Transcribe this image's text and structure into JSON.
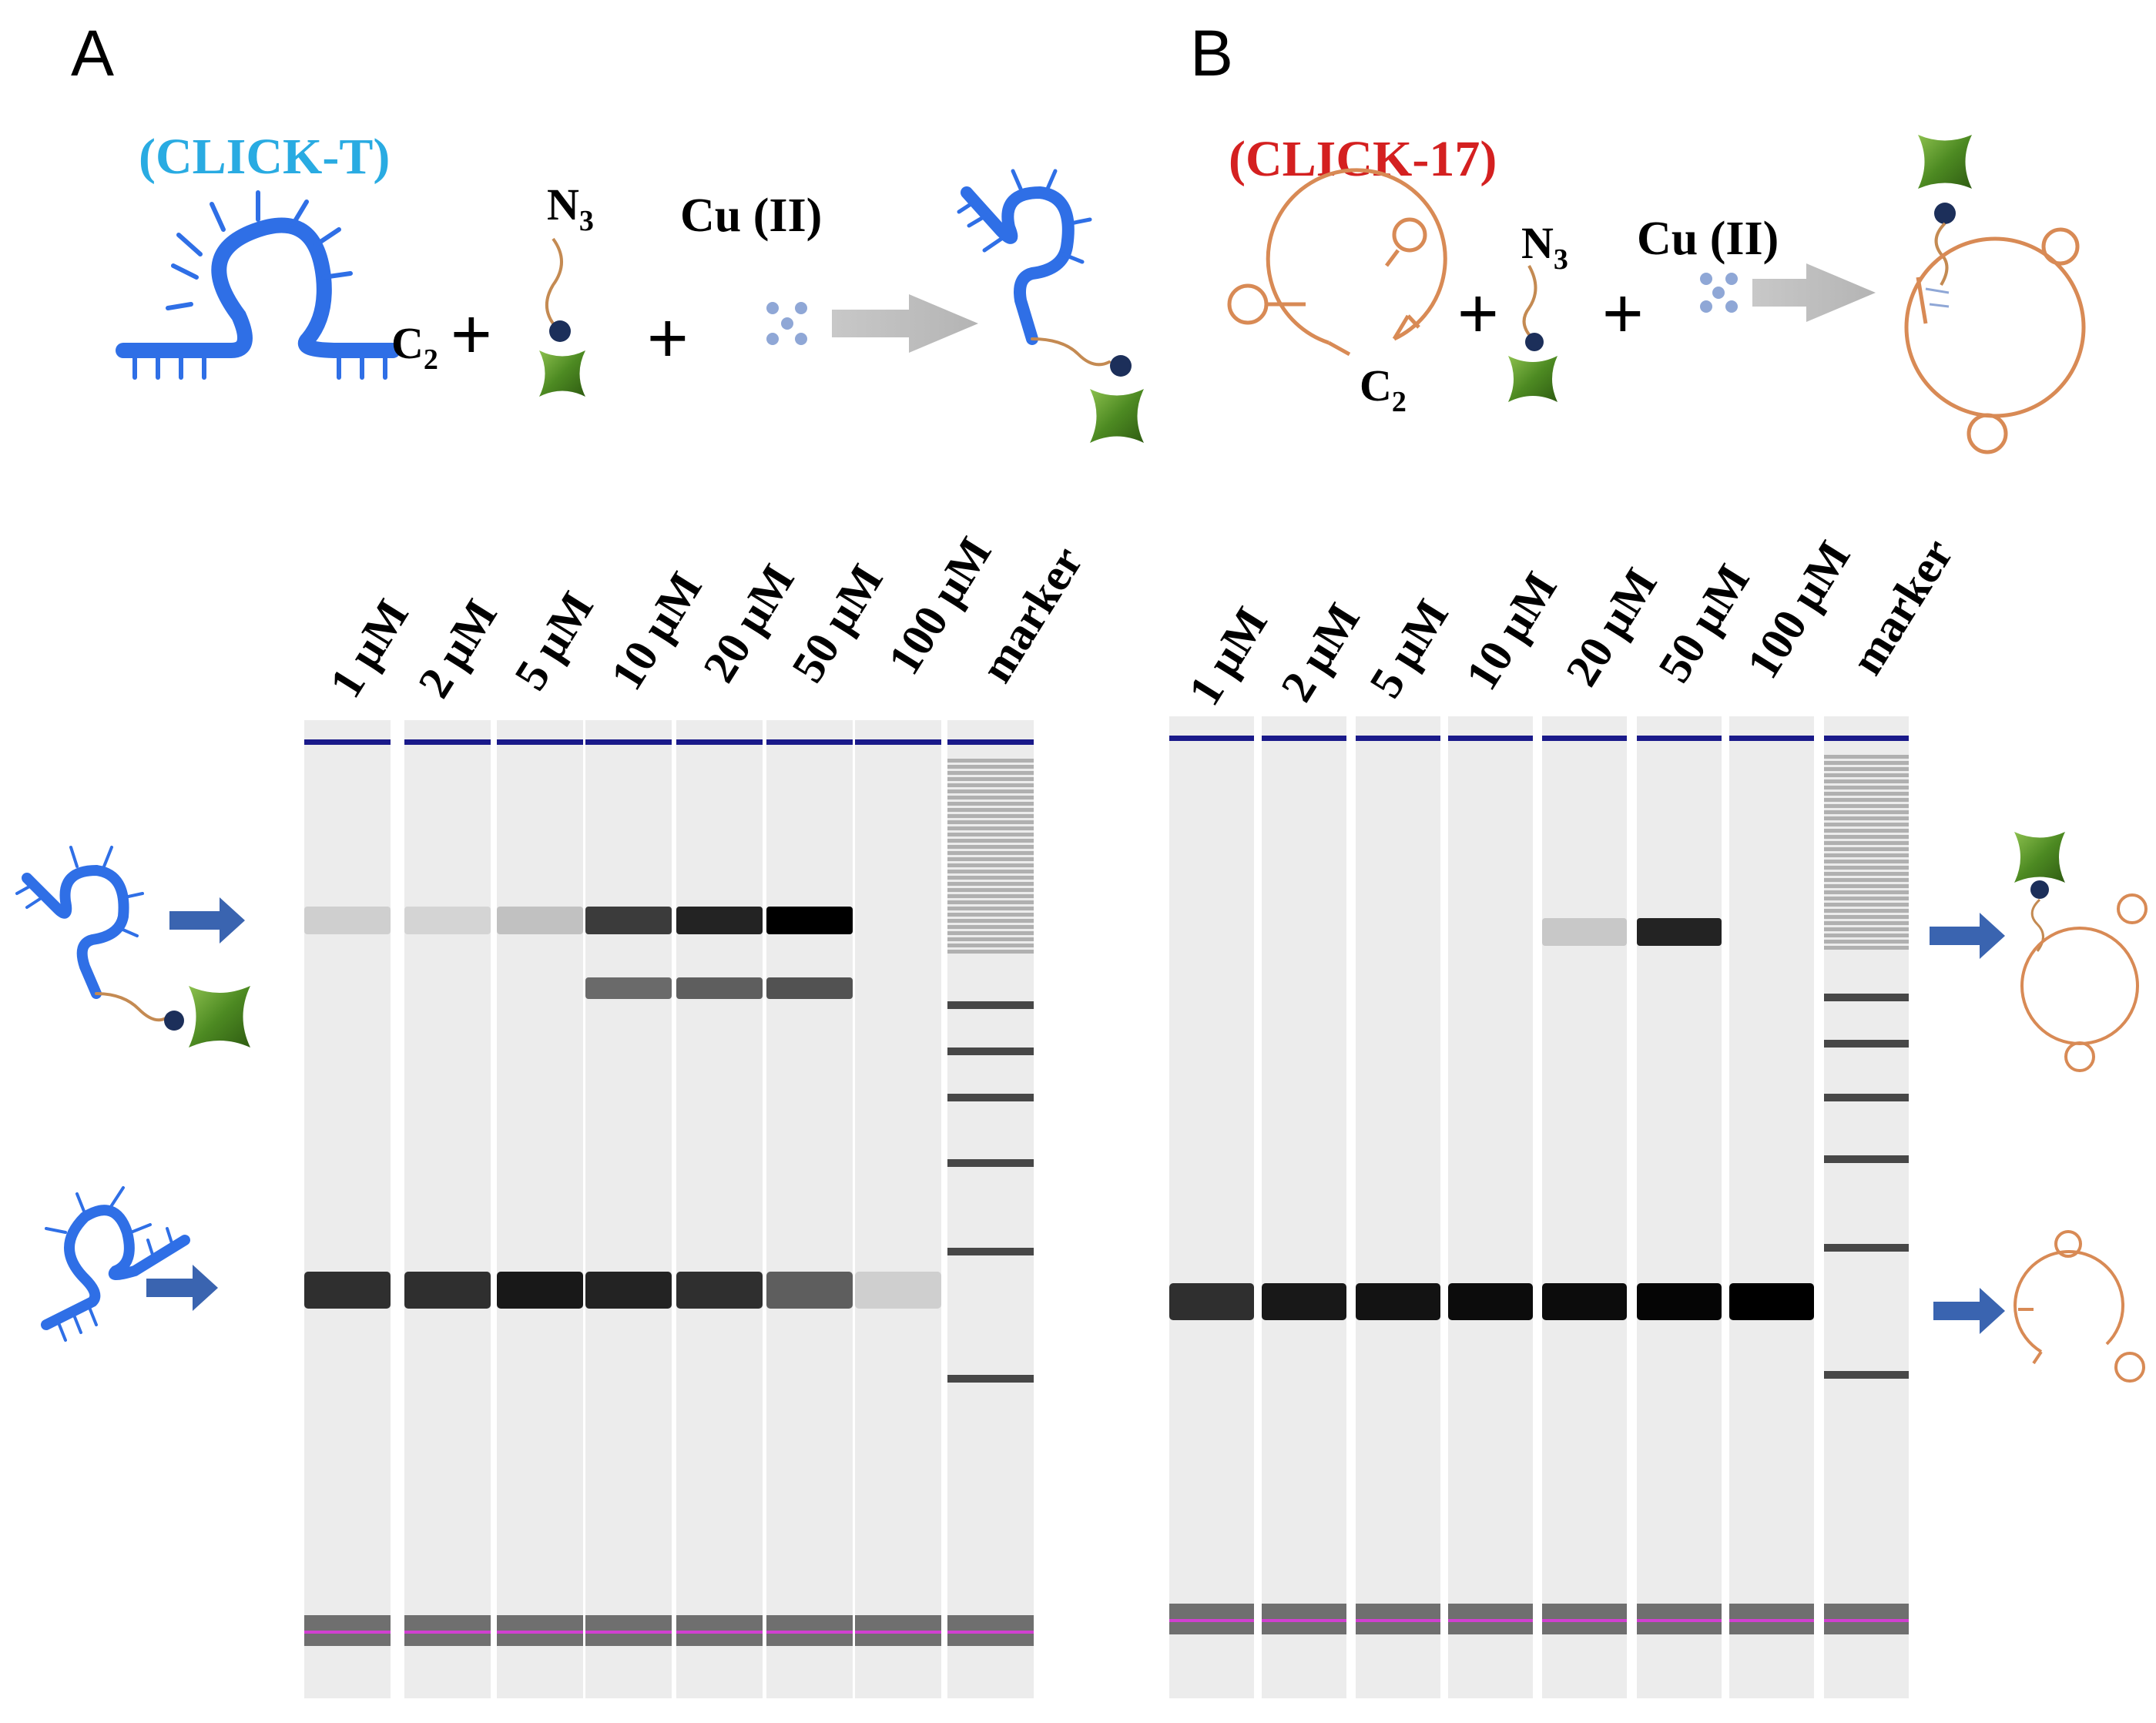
{
  "panel_a": {
    "letter": "A",
    "construct_label": "(CLICK-T)",
    "construct_color": "#29abe2",
    "alkyne_label": "C",
    "alkyne_sub": "2",
    "azide_label": "N",
    "azide_sub": "3",
    "plus": "+",
    "catalyst_label": "Cu (II)",
    "dna_color": "#2f6fe6",
    "lane_labels": [
      "1 μM",
      "2 μM",
      "5 μM",
      "10 μM",
      "20 μM",
      "50 μM",
      "100 μM",
      "marker"
    ],
    "product_band_intensity": [
      0.12,
      0.1,
      0.18,
      0.75,
      0.85,
      1.0,
      0.0
    ],
    "product_side_band_intensity": [
      0.0,
      0.0,
      0.0,
      0.55,
      0.6,
      0.65,
      0.0
    ],
    "substrate_band_intensity": [
      0.8,
      0.8,
      0.9,
      0.85,
      0.8,
      0.6,
      0.12
    ]
  },
  "panel_b": {
    "letter": "B",
    "construct_label": "(CLICK-17)",
    "construct_color": "#d42020",
    "alkyne_label": "C",
    "alkyne_sub": "2",
    "azide_label": "N",
    "azide_sub": "3",
    "plus": "+",
    "catalyst_label": "Cu (II)",
    "dna_color": "#d88a55",
    "lane_labels": [
      "1 μM",
      "2 μM",
      "5 μM",
      "10 μM",
      "20 μM",
      "50 μM",
      "100 μM",
      "marker"
    ],
    "product_band_intensity": [
      0.0,
      0.0,
      0.0,
      0.0,
      0.15,
      0.85,
      0.0
    ],
    "substrate_band_intensity": [
      0.8,
      0.9,
      0.92,
      0.95,
      0.95,
      0.98,
      1.0
    ]
  },
  "colors": {
    "arrow_blue": "#3a64b0",
    "reaction_arrow_gray": "#bdbdbd",
    "fluorophore_green": "#5a8f2a",
    "linker_dot": "#1c2f5a",
    "copper_dots": "#8fa7d6",
    "top_marker_line": "#1a1a8a",
    "bottom_marker_line": "#d040d0"
  }
}
